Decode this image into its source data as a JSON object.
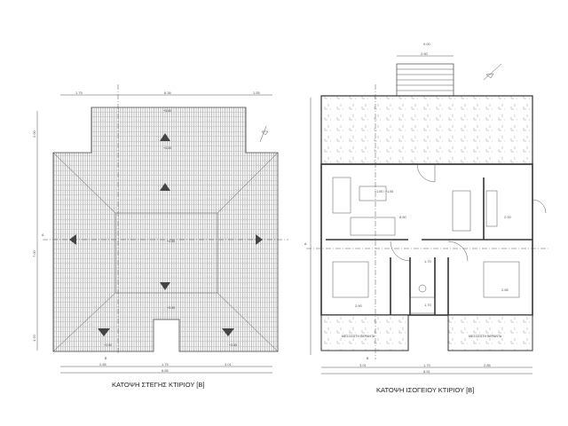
{
  "roof_plan": {
    "title": "ΚΑΤΟΨΗ ΣΤΕΓΗΣ ΚΤΙΡΙΟΥ [Β]",
    "top_dims": [
      "1.75",
      "6.36",
      "1.55"
    ],
    "bottom_dims": [
      "2.85",
      "1.75",
      "3.01"
    ],
    "bottom_total": "8.65",
    "left_dims": [
      "2.00",
      "7.00",
      "1.20"
    ],
    "levels": [
      "+3.80",
      "+3.50",
      "+3.50",
      "+4.50",
      "+3.50",
      "+3.50"
    ],
    "section_marks": [
      "Α",
      "Β"
    ]
  },
  "ground_plan": {
    "title": "ΚΑΤΟΨΗ ΙΣΟΓΕΙΟΥ ΚΤΙΡΙΟΥ [Β]",
    "stair_width": "2.50",
    "entry_level": "0.00",
    "floor_level": "+1.00 / +1.05",
    "room_dims": [
      "8.60",
      "2.00",
      "2.90",
      "2.85",
      "1.70",
      "1.70"
    ],
    "veranda_labels": [
      "ΜΕΣΟΖΩΤΗ ΒΕΡΑΝΤΑ",
      "ΜΕΣΟΖΩΤΗ ΒΕΡΑΝΤΑ"
    ],
    "bottom_dims": [
      "3.01",
      "1.70",
      "2.85"
    ],
    "bottom_total": "8.51",
    "section_marks": [
      "Α",
      "Β"
    ]
  },
  "colors": {
    "line": "#555555",
    "wall": "#333333",
    "fill": "#ffffff",
    "marker": "#444444"
  }
}
